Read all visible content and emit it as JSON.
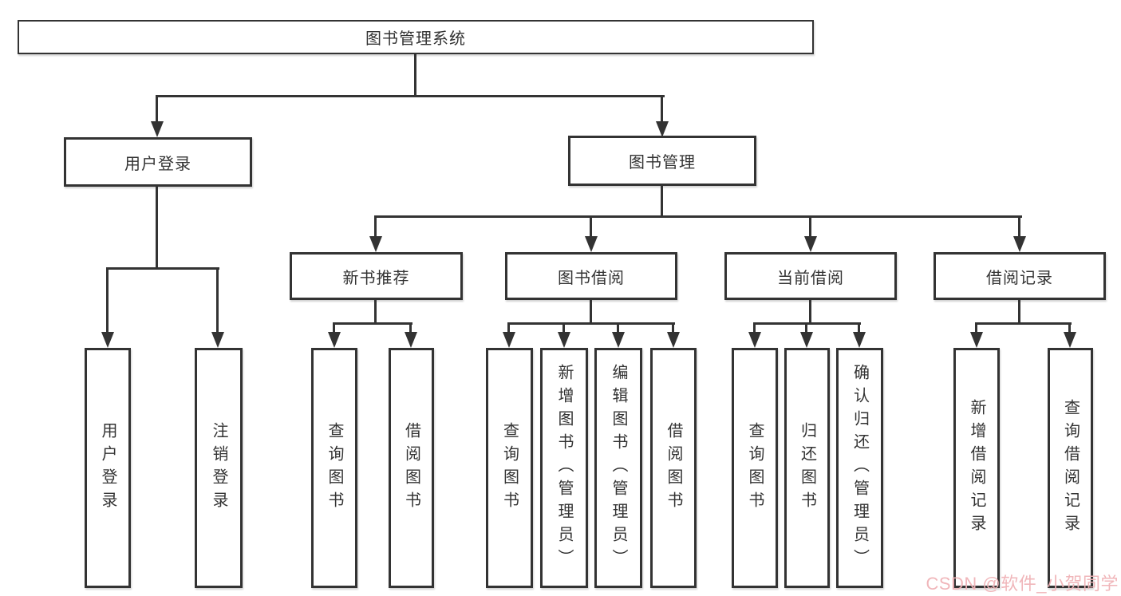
{
  "diagram": {
    "root": {
      "label": "图书管理系统"
    },
    "branches": [
      {
        "label": "用户登录",
        "leaves": [
          "用户登录",
          "注销登录"
        ]
      },
      {
        "label": "图书管理",
        "groups": [
          {
            "label": "新书推荐",
            "leaves": [
              "查询图书",
              "借阅图书"
            ]
          },
          {
            "label": "图书借阅",
            "leaves": [
              "查询图书",
              "新增图书（管理员）",
              "编辑图书（管理员）",
              "借阅图书"
            ]
          },
          {
            "label": "当前借阅",
            "leaves": [
              "查询图书",
              "归还图书",
              "确认归还（管理员）"
            ]
          },
          {
            "label": "借阅记录",
            "leaves": [
              "新增借阅记录",
              "查询借阅记录"
            ]
          }
        ]
      }
    ],
    "watermark": "CSDN @软件_小贺同学",
    "colors": {
      "line": "#333333",
      "text": "#333333",
      "watermark": "#f0b3b7",
      "background": "#ffffff"
    }
  }
}
